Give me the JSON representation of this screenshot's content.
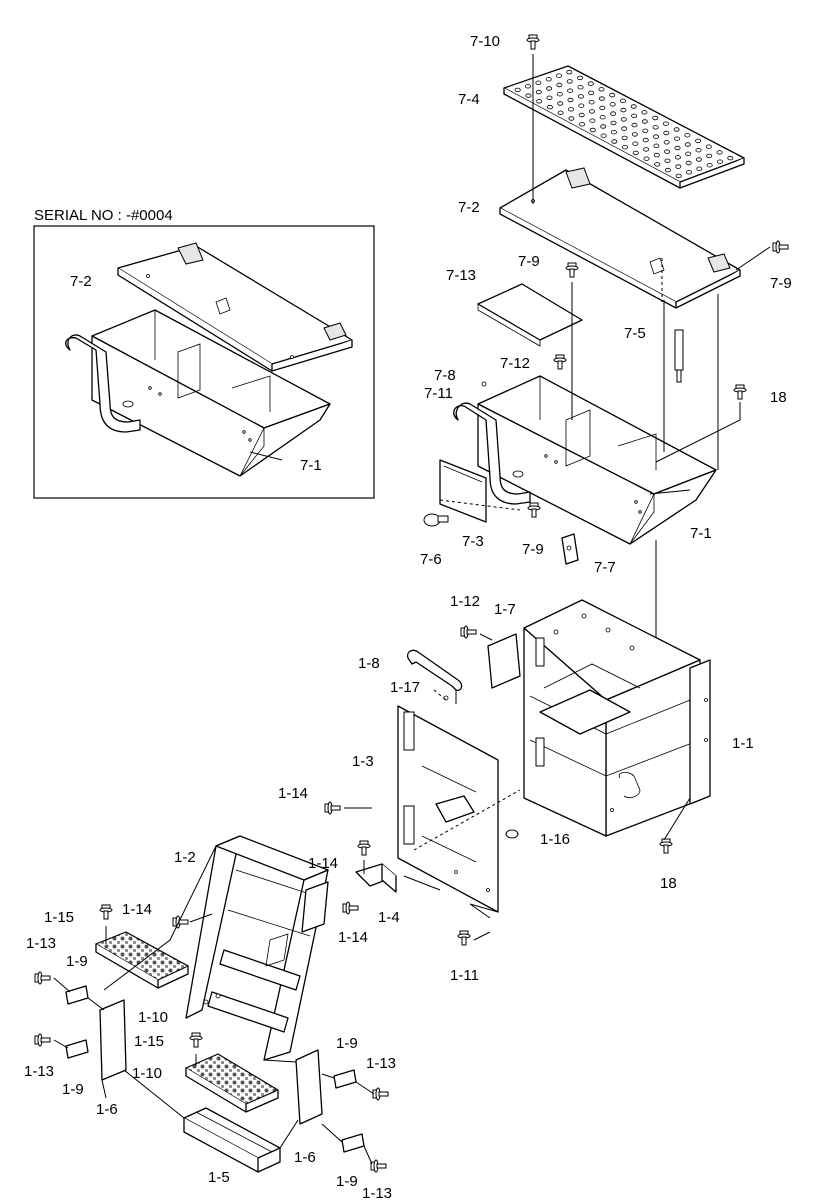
{
  "serial_note": "SERIAL NO : -#0004",
  "inset_labels": [
    {
      "id": "inset-7-2",
      "text": "7-2"
    },
    {
      "id": "inset-7-1",
      "text": "7-1"
    }
  ],
  "labels": [
    {
      "id": "7-10",
      "text": "7-10"
    },
    {
      "id": "7-4",
      "text": "7-4"
    },
    {
      "id": "7-2",
      "text": "7-2"
    },
    {
      "id": "7-9a",
      "text": "7-9"
    },
    {
      "id": "7-9b",
      "text": "7-9"
    },
    {
      "id": "7-13",
      "text": "7-13"
    },
    {
      "id": "7-5",
      "text": "7-5"
    },
    {
      "id": "7-12",
      "text": "7-12"
    },
    {
      "id": "7-8",
      "text": "7-8"
    },
    {
      "id": "7-11",
      "text": "7-11"
    },
    {
      "id": "18a",
      "text": "18"
    },
    {
      "id": "7-1",
      "text": "7-1"
    },
    {
      "id": "7-6",
      "text": "7-6"
    },
    {
      "id": "7-3",
      "text": "7-3"
    },
    {
      "id": "7-9c",
      "text": "7-9"
    },
    {
      "id": "7-7",
      "text": "7-7"
    },
    {
      "id": "1-12",
      "text": "1-12"
    },
    {
      "id": "1-7",
      "text": "1-7"
    },
    {
      "id": "1-8",
      "text": "1-8"
    },
    {
      "id": "1-17",
      "text": "1-17"
    },
    {
      "id": "1-1",
      "text": "1-1"
    },
    {
      "id": "1-3",
      "text": "1-3"
    },
    {
      "id": "1-14a",
      "text": "1-14"
    },
    {
      "id": "1-16",
      "text": "1-16"
    },
    {
      "id": "18b",
      "text": "18"
    },
    {
      "id": "1-2",
      "text": "1-2"
    },
    {
      "id": "1-14b",
      "text": "1-14"
    },
    {
      "id": "1-4",
      "text": "1-4"
    },
    {
      "id": "1-14c",
      "text": "1-14"
    },
    {
      "id": "1-15a",
      "text": "1-15"
    },
    {
      "id": "1-14d",
      "text": "1-14"
    },
    {
      "id": "1-11",
      "text": "1-11"
    },
    {
      "id": "1-13a",
      "text": "1-13"
    },
    {
      "id": "1-9a",
      "text": "1-9"
    },
    {
      "id": "1-10a",
      "text": "1-10"
    },
    {
      "id": "1-13b",
      "text": "1-13"
    },
    {
      "id": "1-9b",
      "text": "1-9"
    },
    {
      "id": "1-6a",
      "text": "1-6"
    },
    {
      "id": "1-15b",
      "text": "1-15"
    },
    {
      "id": "1-10b",
      "text": "1-10"
    },
    {
      "id": "1-9c",
      "text": "1-9"
    },
    {
      "id": "1-13c",
      "text": "1-13"
    },
    {
      "id": "1-6b",
      "text": "1-6"
    },
    {
      "id": "1-5",
      "text": "1-5"
    },
    {
      "id": "1-9d",
      "text": "1-9"
    },
    {
      "id": "1-13d",
      "text": "1-13"
    }
  ]
}
